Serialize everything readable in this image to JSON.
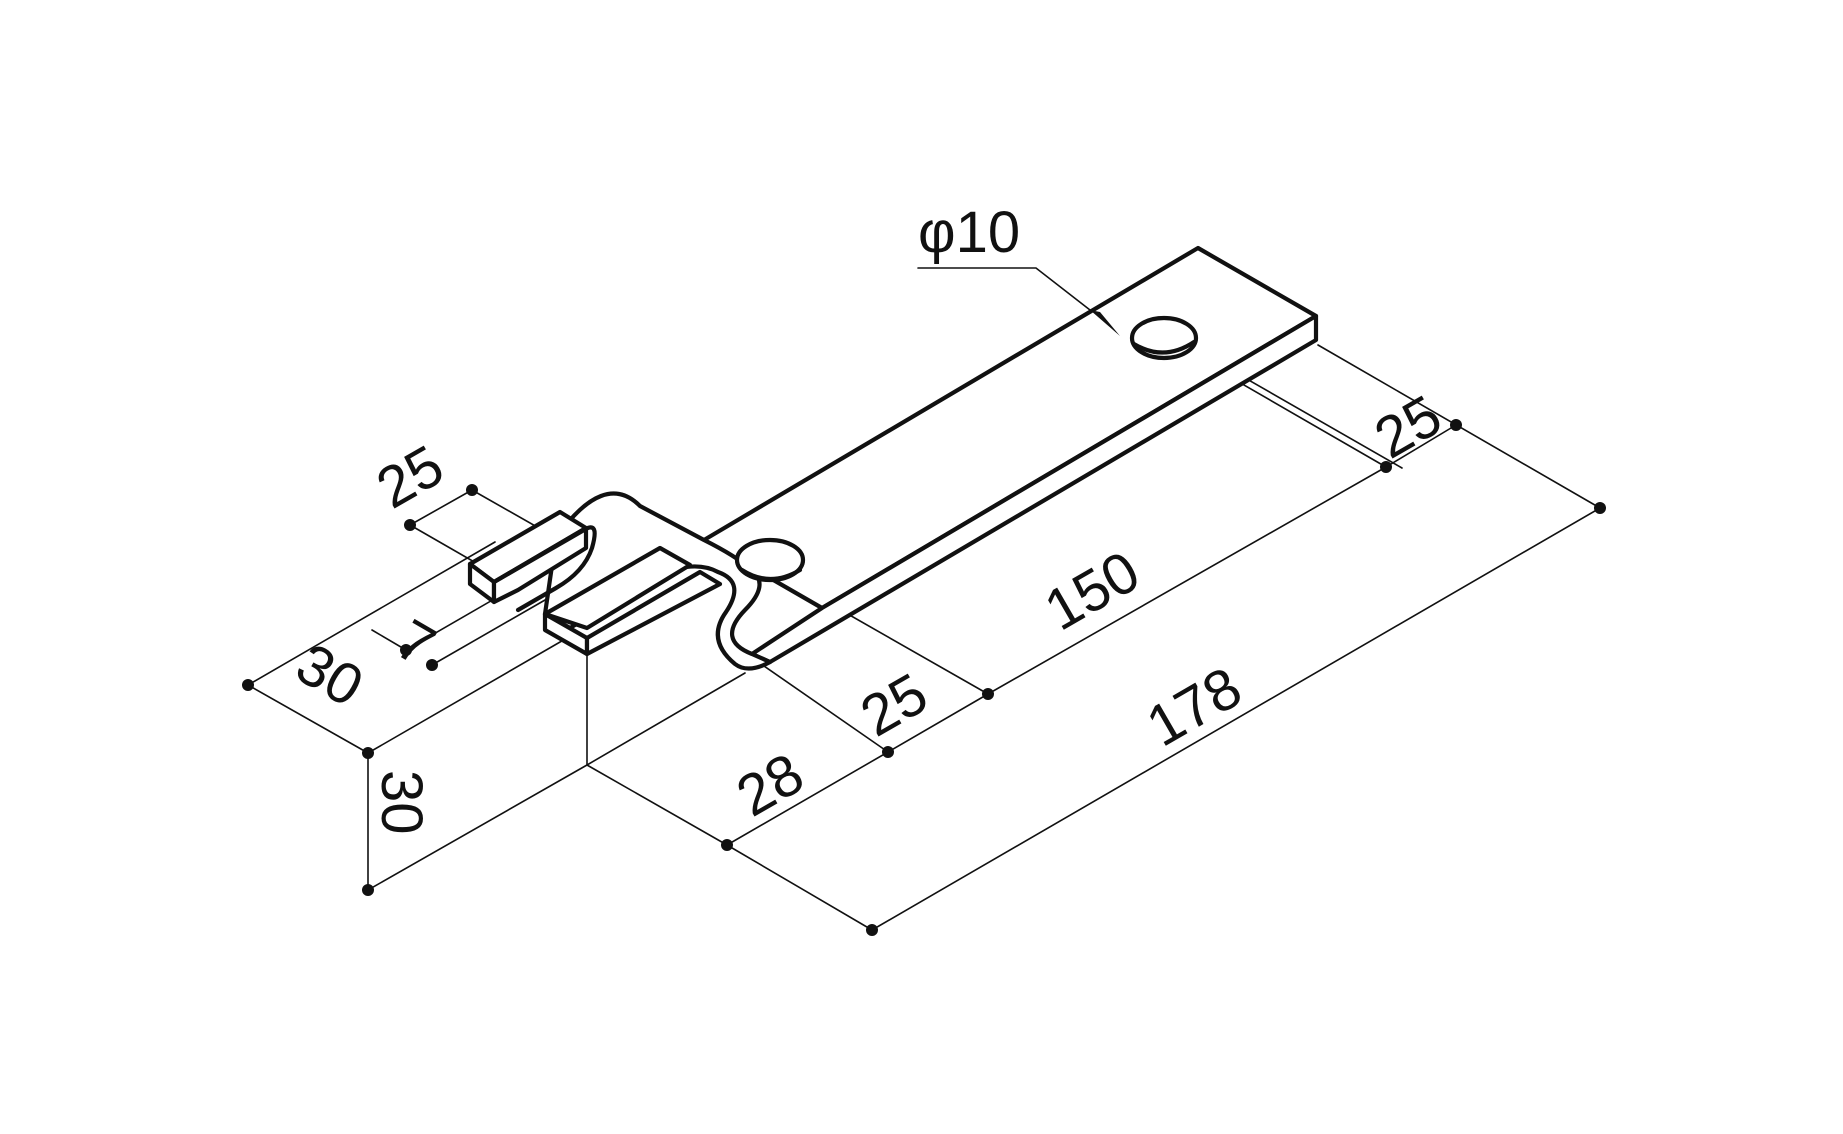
{
  "diagram": {
    "hole_callout": "φ10",
    "dimensions": {
      "offset_width": "25",
      "material_thickness": "7",
      "width": "30",
      "height": "30",
      "hole_center_near": "25",
      "length_between_hole_centers": "150",
      "bend_offset": "28",
      "overall_length": "178",
      "hole_center_far": "25"
    },
    "colors": {
      "line": "#111111",
      "background": "#ffffff"
    }
  }
}
